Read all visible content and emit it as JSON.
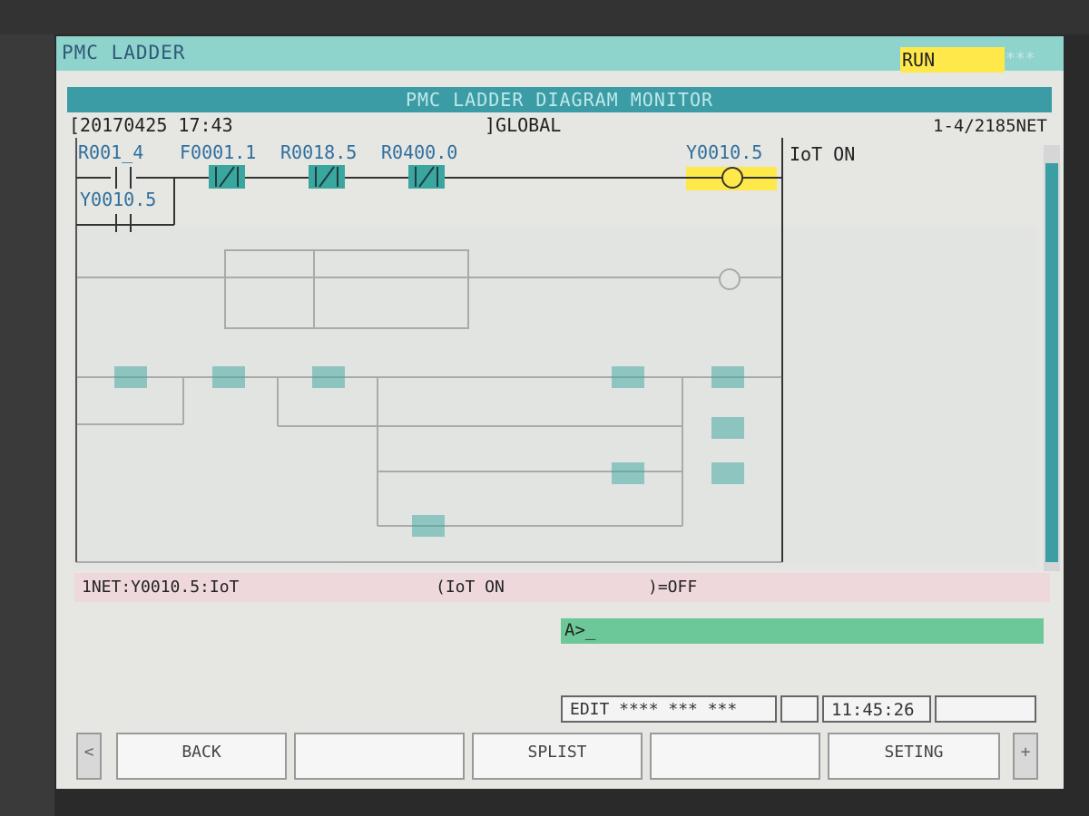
{
  "header": {
    "title": "PMC LADDER",
    "run_status": "RUN",
    "run_stars": "***"
  },
  "title_bar": {
    "text": "PMC LADDER DIAGRAM MONITOR"
  },
  "info": {
    "date_time": "[20170425 17:43",
    "mode": "]GLOBAL",
    "net_range": "1-4/2185NET"
  },
  "rung1": {
    "contacts": [
      "R001_4",
      "F0001.1",
      "R0018.5",
      "R0400.0"
    ],
    "branch_contact": "Y0010.5",
    "coil": "Y0010.5",
    "coil_comment": "IoT ON"
  },
  "status": {
    "net": "1NET:Y0010.5:IoT",
    "comment": "(IoT ON",
    "state": ")=OFF"
  },
  "command": {
    "prompt": "A>_"
  },
  "mode_line": {
    "mode": "EDIT **** *** ***",
    "clock": "11:45:26"
  },
  "softkeys": {
    "left_arrow": "<",
    "key1": "BACK",
    "key2": "",
    "key3": "SPLIST",
    "key4": "",
    "key5": "SETING",
    "right_arrow": "+"
  },
  "colors": {
    "header": "#8fd3cd",
    "title_bar": "#3c9ca6",
    "run": "#ffe94a",
    "status": "#efd8dc",
    "command": "#6cc898"
  }
}
